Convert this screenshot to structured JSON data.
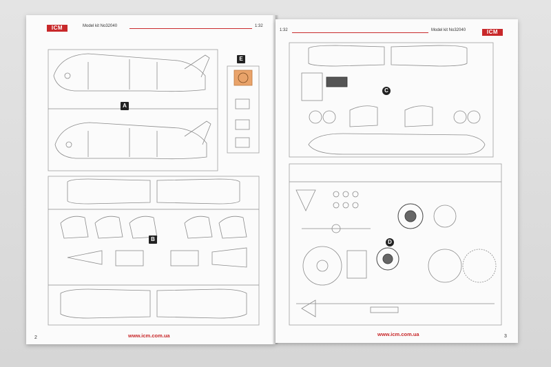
{
  "left_page": {
    "logo": "ICM",
    "model_kit": "Model kit No32040",
    "scale": "1:32",
    "url": "www.icm.com.ua",
    "page_number": "2",
    "sprues": [
      "A",
      "E",
      "B"
    ]
  },
  "right_page": {
    "logo": "ICM",
    "model_kit": "Model kit No32040",
    "scale": "1:32",
    "url": "www.icm.com.ua",
    "page_number": "3",
    "sprues": [
      "C",
      "D"
    ]
  },
  "colors": {
    "brand_red": "#c8282a",
    "line_gray": "#8a8a8a",
    "decal_orange": "#e9a36a"
  }
}
